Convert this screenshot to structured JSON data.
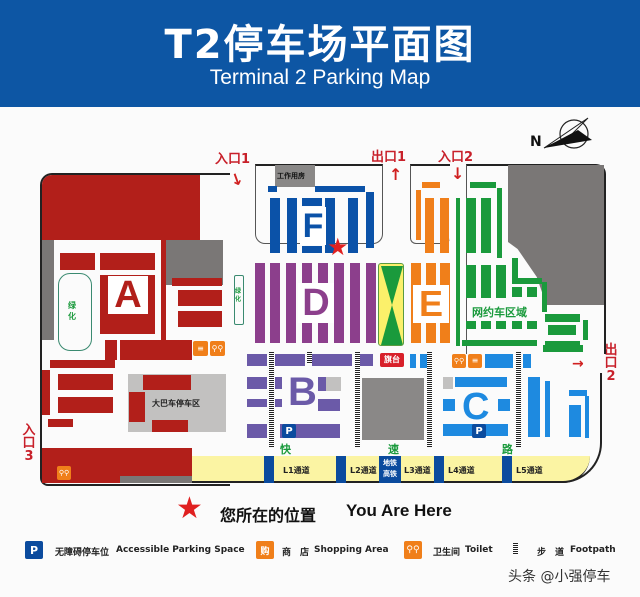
{
  "header": {
    "title": "T2停车场平面图",
    "subtitle": "Terminal 2 Parking Map"
  },
  "compass": {
    "label": "N"
  },
  "entrances": {
    "entrance1": "入口1",
    "exit1": "出口1",
    "entrance2": "入口2",
    "exit2_line1": "出",
    "exit2_line2": "口",
    "exit2_line3": "2",
    "entrance3_line1": "入",
    "entrance3_line2": "口",
    "entrance3_line3": "3"
  },
  "zones": {
    "A": "A",
    "B": "B",
    "C": "C",
    "D": "D",
    "E": "E",
    "F": "F"
  },
  "areas": {
    "work_room": "工作用房",
    "greenery": "绿化",
    "greenery_1": "绿",
    "greenery_2": "化",
    "bus_parking": "大巴车停车区",
    "ride_hailing": "网约车区域",
    "flag_platform": "旗台",
    "express_1": "快",
    "express_2": "速",
    "express_3": "路",
    "footpath_label": "步道"
  },
  "corridors": {
    "L1": "L1通道",
    "L2": "L2通道",
    "metro_1": "地铁",
    "metro_2": "高铁",
    "L3": "L3通道",
    "L4": "L4通道",
    "L5": "L5通道"
  },
  "you_are_here": {
    "cn": "您所在的位置",
    "en": "You Are Here"
  },
  "legend": [
    {
      "icon": "accessible-parking-icon",
      "glyph": "P",
      "cn": "无障碍停车位",
      "en": "Accessible Parking Space"
    },
    {
      "icon": "shopping-icon",
      "glyph": "购",
      "cn": "商　店",
      "en": "Shopping Area"
    },
    {
      "icon": "toilet-icon",
      "glyph": "🚻",
      "cn": "卫生间",
      "en": "Toilet"
    },
    {
      "icon": "footpath-icon",
      "glyph": "≡",
      "cn": "步　道",
      "en": "Footpath"
    }
  ],
  "watermark": "头条 @小强停车",
  "colors": {
    "header": "#0d56a4",
    "zone_A": "#b21f1a",
    "zone_B": "#6b5aa8",
    "zone_C": "#1e8ae0",
    "zone_D": "#8c3f8c",
    "zone_E": "#f07f1a",
    "zone_F": "#0b52a8",
    "ride_hailing": "#1a9a3c",
    "corridor": "#fbf4a3",
    "star": "#e02020"
  }
}
